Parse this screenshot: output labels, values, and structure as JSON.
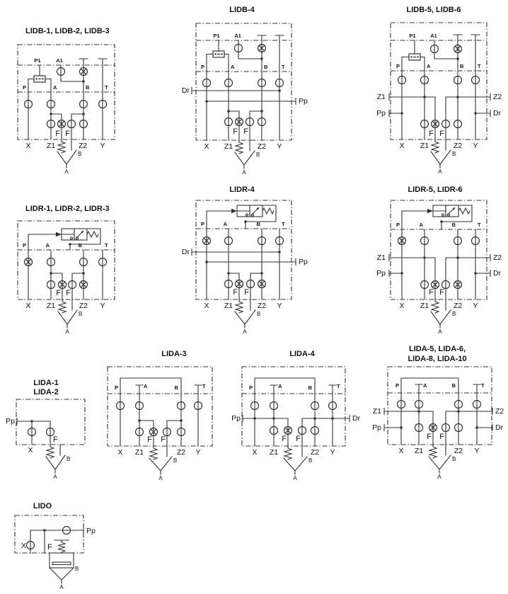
{
  "page": {
    "background": "#ffffff",
    "line_color": "#333333"
  },
  "diagrams": {
    "lidb123": {
      "title": "LIDB-1, LIDB-2, LIDB-3",
      "labels": {
        "p1": "P1",
        "a1": "A1",
        "p": "P",
        "a": "A",
        "b": "B",
        "t": "T",
        "x": "X",
        "z1": "Z1",
        "z2": "Z2",
        "y": "Y",
        "f1": "F",
        "f2": "F",
        "cart_b": "B",
        "cart_a": "A"
      }
    },
    "lidb4": {
      "title": "LIDB-4",
      "labels": {
        "p1": "P1",
        "a1": "A1",
        "p": "P",
        "a": "A",
        "b": "B",
        "t": "T",
        "dr": "Dr",
        "pp": "Pp",
        "x": "X",
        "z1": "Z1",
        "z2": "Z2",
        "y": "Y",
        "f1": "F",
        "f2": "F",
        "cart_b": "B",
        "cart_a": "A"
      }
    },
    "lidb56": {
      "title": "LIDB-5, LIDB-6",
      "labels": {
        "p1": "P1",
        "a1": "A1",
        "p": "P",
        "a": "A",
        "b": "B",
        "t": "T",
        "z1_side": "Z1",
        "z2_side": "Z2",
        "pp": "Pp",
        "dr": "Dr",
        "x": "X",
        "z1": "Z1",
        "z2": "Z2",
        "y": "Y",
        "f1": "F",
        "f2": "F",
        "cart_b": "B",
        "cart_a": "A"
      }
    },
    "lidr123": {
      "title": "LIDR-1, LIDR-2, LIDR-3",
      "labels": {
        "p": "P",
        "a": "A",
        "b": "B",
        "t": "T",
        "x": "X",
        "z1": "Z1",
        "z2": "Z2",
        "y": "Y",
        "f1": "F",
        "f2": "F",
        "cart_b": "B",
        "cart_a": "A"
      }
    },
    "lidr4": {
      "title": "LIDR-4",
      "labels": {
        "p": "P",
        "a": "A",
        "b": "B",
        "t": "T",
        "dr": "Dr",
        "pp": "Pp",
        "x": "X",
        "z1": "Z1",
        "z2": "Z2",
        "y": "Y",
        "f1": "F",
        "f2": "F",
        "cart_b": "B",
        "cart_a": "A"
      }
    },
    "lidr56": {
      "title": "LIDR-5, LIDR-6",
      "labels": {
        "p": "P",
        "a": "A",
        "b": "B",
        "t": "T",
        "z1_side": "Z1",
        "z2_side": "Z2",
        "pp": "Pp",
        "dr": "Dr",
        "x": "X",
        "z1": "Z1",
        "z2": "Z2",
        "y": "Y",
        "f1": "F",
        "f2": "F",
        "cart_b": "B",
        "cart_a": "A"
      }
    },
    "lida12": {
      "title_lines": [
        "LIDA-1",
        "LIDA-2"
      ],
      "labels": {
        "pp": "Pp",
        "x": "X",
        "f": "F",
        "cart_b": "B",
        "cart_a": "A"
      }
    },
    "lida3": {
      "title": "LIDA-3",
      "labels": {
        "p": "P",
        "a": "A",
        "b": "B",
        "t": "T",
        "x": "X",
        "z1": "Z1",
        "z2": "Z2",
        "y": "Y",
        "f1": "F",
        "f2": "F",
        "cart_b": "B",
        "cart_a": "A"
      }
    },
    "lida4": {
      "title": "LIDA-4",
      "labels": {
        "p": "P",
        "a": "A",
        "b": "B",
        "t": "T",
        "pp": "Pp",
        "dr": "Dr",
        "x": "X",
        "z1": "Z1",
        "z2": "Z2",
        "y": "Y",
        "f1": "F",
        "f2": "F",
        "cart_b": "B",
        "cart_a": "A"
      }
    },
    "lida5": {
      "title_lines": [
        "LIDA-5, LIDA-6,",
        "LIDA-8, LIDA-10"
      ],
      "labels": {
        "p": "P",
        "a": "A",
        "b": "B",
        "t": "T",
        "z1_side": "Z1",
        "z2_side": "Z2",
        "pp": "Pp",
        "dr": "Dr",
        "x": "X",
        "z1": "Z1",
        "z2": "Z2",
        "y": "Y",
        "f1": "F",
        "f2": "F",
        "cart_b": "B",
        "cart_a": "A"
      }
    },
    "lido": {
      "title": "LIDO",
      "labels": {
        "pp": "Pp",
        "x": "X",
        "f": "F",
        "cart_b": "B",
        "cart_a": "A"
      }
    }
  }
}
